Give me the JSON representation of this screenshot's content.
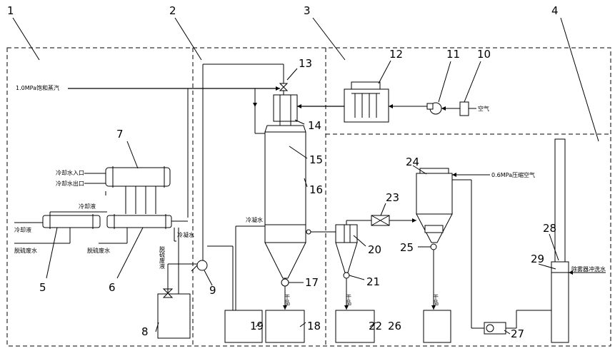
{
  "zones": [
    {
      "id": "1"
    },
    {
      "id": "2"
    },
    {
      "id": "3"
    },
    {
      "id": "4"
    }
  ],
  "components": [
    {
      "id": "5"
    },
    {
      "id": "6"
    },
    {
      "id": "7"
    },
    {
      "id": "8"
    },
    {
      "id": "9"
    },
    {
      "id": "10"
    },
    {
      "id": "11"
    },
    {
      "id": "12"
    },
    {
      "id": "13"
    },
    {
      "id": "14"
    },
    {
      "id": "15"
    },
    {
      "id": "16"
    },
    {
      "id": "17"
    },
    {
      "id": "18"
    },
    {
      "id": "19"
    },
    {
      "id": "20"
    },
    {
      "id": "21"
    },
    {
      "id": "22"
    },
    {
      "id": "23"
    },
    {
      "id": "24"
    },
    {
      "id": "25"
    },
    {
      "id": "26"
    },
    {
      "id": "27"
    },
    {
      "id": "28"
    },
    {
      "id": "29"
    }
  ],
  "labels": {
    "steam": "1.0MPa饱和蒸汽",
    "coolant_in": "冷却水入口",
    "coolant_out": "冷却水出口",
    "cold_liquid": "冷却液",
    "cold_liquid_left": "冷却液",
    "rotary_waste_1": "脱硫废水",
    "rotary_waste_2": "脱硫废水",
    "condensate": "冷凝水",
    "desulf_waste_vertical": "脱硫废液",
    "circ_water": "冷凝水",
    "air": "空气",
    "compressed_air": "0.6MPa压缩空气",
    "product_17": "干品",
    "product_21": "干品",
    "product_25": "干品",
    "chimney_water": "除雾器冲洗水"
  }
}
